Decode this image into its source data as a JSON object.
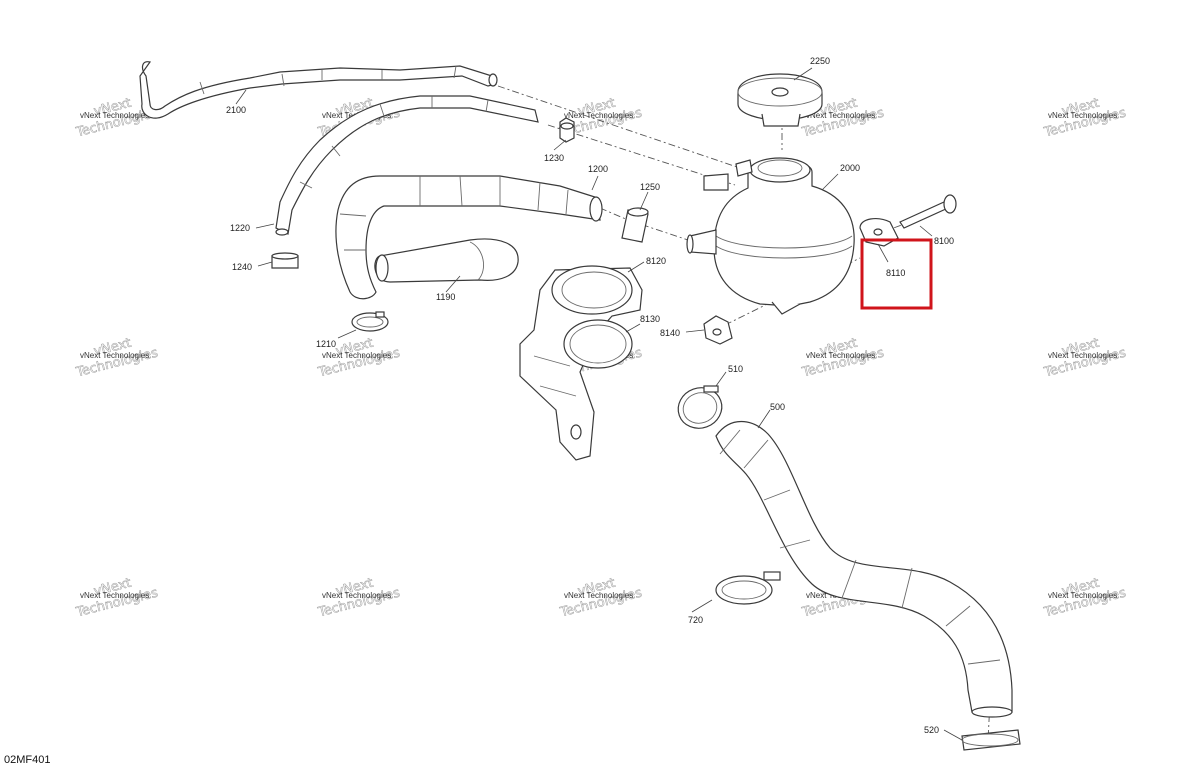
{
  "diagram_code": "02MF401",
  "watermark": {
    "line1": "vNext",
    "line2": "Technologies",
    "line3": "vNext Technologies"
  },
  "highlight_color": "#d0141b",
  "parts": {
    "p2100": "2100",
    "p1230": "1230",
    "p1220": "1220",
    "p1240": "1240",
    "p1200": "1200",
    "p1250": "1250",
    "p1190": "1190",
    "p1210": "1210",
    "p2250": "2250",
    "p2000": "2000",
    "p8100": "8100",
    "p8110": "8110",
    "p8120": "8120",
    "p8130": "8130",
    "p8140": "8140",
    "p510": "510",
    "p500": "500",
    "p720": "720",
    "p520": "520"
  }
}
